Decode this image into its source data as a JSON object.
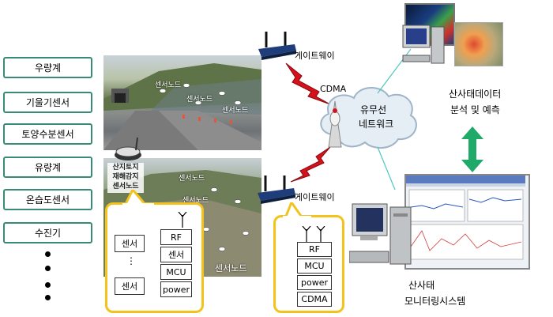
{
  "sensors": {
    "items": [
      "우량계",
      "기울기센서",
      "토양수분센서",
      "유량계",
      "온습도센서",
      "수진기"
    ]
  },
  "photo": {
    "node_labels": [
      "센서노드",
      "센서노드",
      "센서노드",
      "센서노드",
      "센서노드"
    ],
    "sign_lines": [
      "산지토지",
      "재해감지",
      "센서노드"
    ],
    "bottom_label": "센서노드"
  },
  "sensor_node": {
    "left_col": [
      "센서",
      "⋮",
      "센서"
    ],
    "right_col": [
      "RF",
      "센서",
      "MCU",
      "power"
    ]
  },
  "gateway_node": {
    "chips": [
      "RF",
      "MCU",
      "power",
      "CDMA"
    ]
  },
  "network": {
    "gateway_top": "게이트웨이",
    "gateway_bottom": "게이트웨이",
    "cdma": "CDMA",
    "cloud_line1": "유무선",
    "cloud_line2": "네트워크"
  },
  "right": {
    "analysis_line1": "산사태데이터",
    "analysis_line2": "분석 및 예측",
    "system_line1": "산사태",
    "system_line2": "모니터링시스템"
  },
  "colors": {
    "sensor_border": "#3a8a78",
    "callout": "#f3c21b",
    "bolt": "#d4121b",
    "arrow": "#1faa6a"
  }
}
